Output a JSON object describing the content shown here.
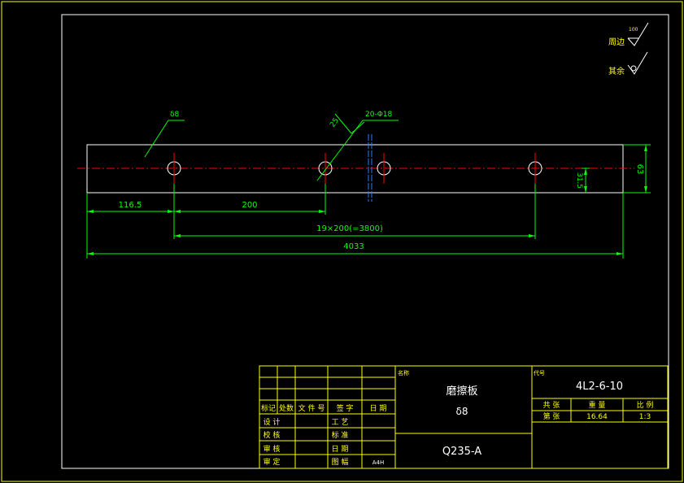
{
  "colors": {
    "background": "#000000",
    "outline": "#ffffff",
    "frame": "#ffff00",
    "dimension": "#00ff00",
    "centerline": "#ff0000",
    "cutline": "#3377ff"
  },
  "roughness": {
    "edge_label": "周边",
    "edge_value": "100",
    "rest_label": "其余"
  },
  "annotations": {
    "thickness": "δ8",
    "chamfer": "25",
    "holes": "20-Φ18"
  },
  "dimensions": {
    "first_offset": "116.5",
    "first_pitch": "200",
    "pitch_total": "19×200(=3800)",
    "overall_length": "4033",
    "width": "63",
    "hole_center": "31.5"
  },
  "title_block": {
    "rev_headers": [
      "标记",
      "处数",
      "文 件 号",
      "签 字",
      "日 期"
    ],
    "sign_rows": [
      {
        "left": "设 计",
        "right": "工 艺"
      },
      {
        "left": "校 核",
        "right": "标 准"
      },
      {
        "left": "审 核",
        "right": "日 期"
      },
      {
        "left": "审 定",
        "right": "图 幅"
      }
    ],
    "sheet_size": "A4H",
    "name_label": "名称",
    "part_name": "磨擦板",
    "part_thickness": "δ8",
    "material": "Q235-A",
    "drawing_no_label": "代号",
    "drawing_no": "4L2-6-10",
    "info_headers": [
      "共 张",
      "重 量",
      "比 例"
    ],
    "info_sheet": "第 张",
    "info_weight": "16.64",
    "info_scale": "1:3"
  }
}
